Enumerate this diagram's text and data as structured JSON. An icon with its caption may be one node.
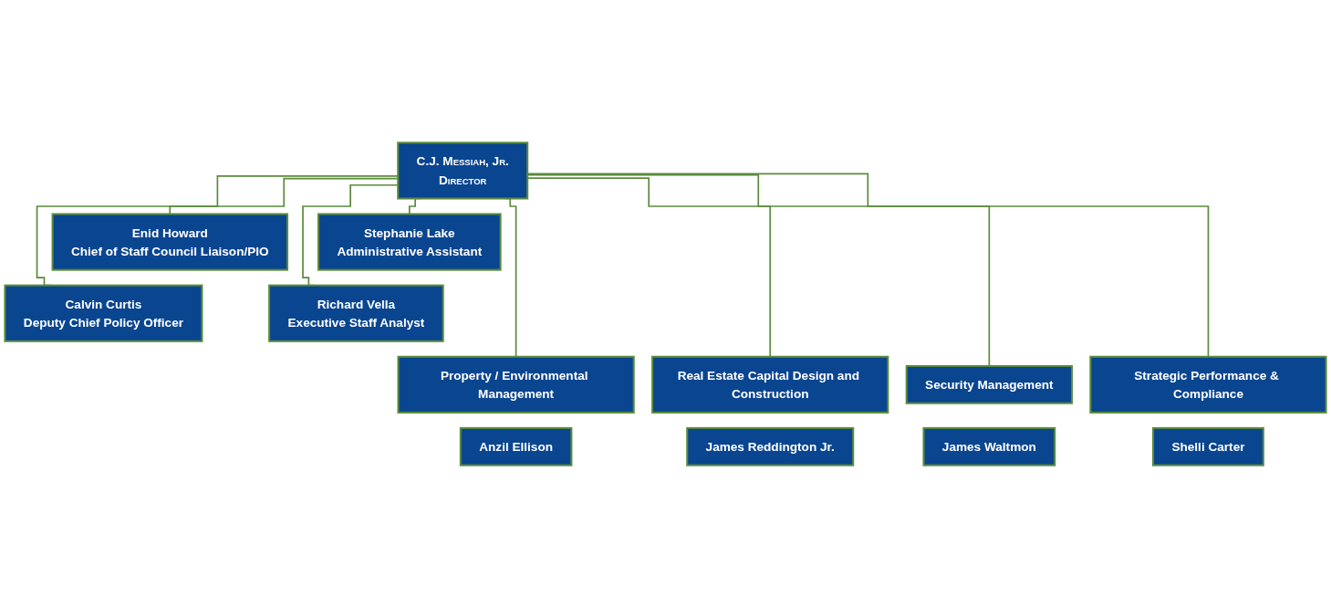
{
  "diagram": {
    "nodes": [
      {
        "text": [
          "C.J. Messiah, Jr.",
          "Director"
        ]
      },
      {
        "text": [
          "Enid Howard",
          "Chief of Staff Council Liaison/PIO"
        ]
      },
      {
        "text": [
          "Stephanie Lake",
          "Administrative Assistant"
        ]
      },
      {
        "text": [
          "Calvin Curtis",
          "Deputy Chief Policy Officer"
        ]
      },
      {
        "text": [
          "Richard Vella",
          "Executive Staff Analyst"
        ]
      },
      {
        "text": [
          "Property / Environmental Management"
        ]
      },
      {
        "text": [
          "Anzil Ellison"
        ]
      },
      {
        "text": [
          "Real Estate Capital Design and Construction"
        ]
      },
      {
        "text": [
          "James Reddington Jr."
        ]
      },
      {
        "text": [
          "Security Management"
        ]
      },
      {
        "text": [
          "James Waltmon"
        ]
      },
      {
        "text": [
          "Strategic Performance & Compliance"
        ]
      },
      {
        "text": [
          "Shelli Carter"
        ]
      }
    ],
    "edges": [
      {
        "from": 0,
        "to": 1,
        "arrow": "none"
      },
      {
        "from": 0,
        "to": 2,
        "arrow": "none"
      },
      {
        "from": 0,
        "to": 3,
        "arrow": "none"
      },
      {
        "from": 0,
        "to": 4,
        "arrow": "none"
      },
      {
        "from": 0,
        "to": 5,
        "arrow": "none"
      },
      {
        "from": 0,
        "to": 7,
        "arrow": "none"
      },
      {
        "from": 0,
        "to": 9,
        "arrow": "none"
      },
      {
        "from": 0,
        "to": 11,
        "arrow": "none"
      }
    ]
  }
}
